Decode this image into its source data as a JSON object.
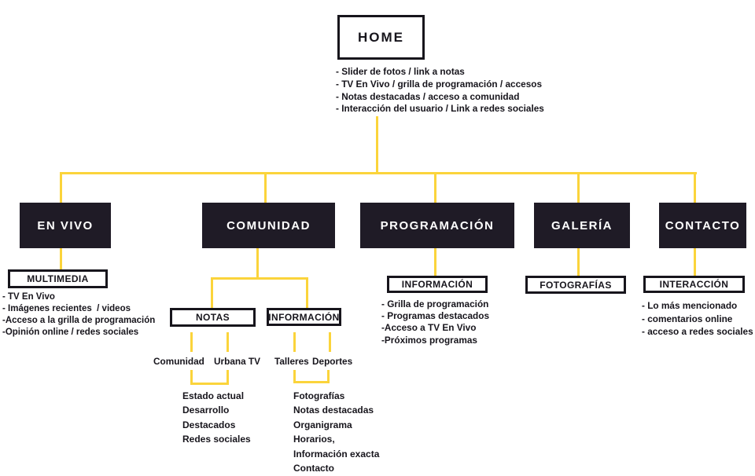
{
  "colors": {
    "accent_yellow": "#FBD43B",
    "dark_node": "#1F1B26",
    "text_ink": "#17151C"
  },
  "home": {
    "label": "HOME",
    "notes": [
      "- Slider de fotos / link a notas",
      "- TV En Vivo / grilla de programación / accesos",
      "- Notas destacadas / acceso a comunidad",
      "- Interacción del usuario / Link a redes sociales"
    ]
  },
  "en_vivo": {
    "label": "EN VIVO",
    "sub_label": "MULTIMEDIA",
    "notes": [
      "- TV En Vivo",
      "- Imágenes recientes  / videos",
      "-Acceso a la grilla de programación",
      "-Opinión online / redes sociales"
    ]
  },
  "comunidad": {
    "label": "COMUNIDAD",
    "notas": {
      "label": "NOTAS",
      "children": [
        "Comunidad",
        "Urbana TV"
      ],
      "items": [
        "Estado actual",
        "Desarrollo",
        "Destacados",
        "Redes sociales"
      ]
    },
    "informacion": {
      "label": "INFORMACIÓN",
      "children": [
        "Talleres",
        "Deportes"
      ],
      "items": [
        "Fotografías",
        "Notas destacadas",
        "Organigrama",
        "Horarios,",
        "Información exacta",
        "Contacto"
      ]
    }
  },
  "programacion": {
    "label": "PROGRAMACIÓN",
    "sub_label": "INFORMACIÓN",
    "notes": [
      "- Grilla de programación",
      "- Programas destacados",
      "-Acceso a TV En Vivo",
      "-Próximos programas"
    ]
  },
  "galeria": {
    "label": "GALERÍA",
    "sub_label": "FOTOGRAFÍAS"
  },
  "contacto": {
    "label": "CONTACTO",
    "sub_label": "INTERACCIÓN",
    "notes": [
      "- Lo más mencionado",
      "- comentarios online",
      "- acceso a redes sociales"
    ]
  }
}
